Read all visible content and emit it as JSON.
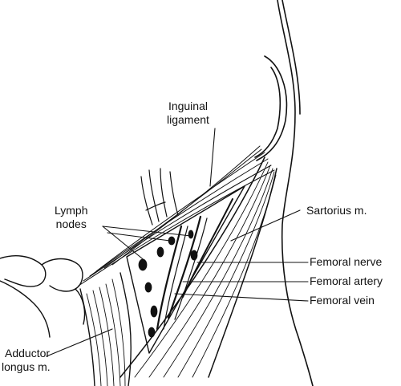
{
  "labels": {
    "inguinal_ligament": [
      "Inguinal",
      "ligament"
    ],
    "lymph_nodes": [
      "Lymph",
      "nodes"
    ],
    "sartorius": "Sartorius m.",
    "femoral_nerve": "Femoral nerve",
    "femoral_artery": "Femoral artery",
    "femoral_vein": "Femoral vein",
    "adductor_longus": [
      "Adductor",
      "longus m."
    ]
  },
  "colors": {
    "ink": "#111111",
    "paper": "#ffffff"
  }
}
